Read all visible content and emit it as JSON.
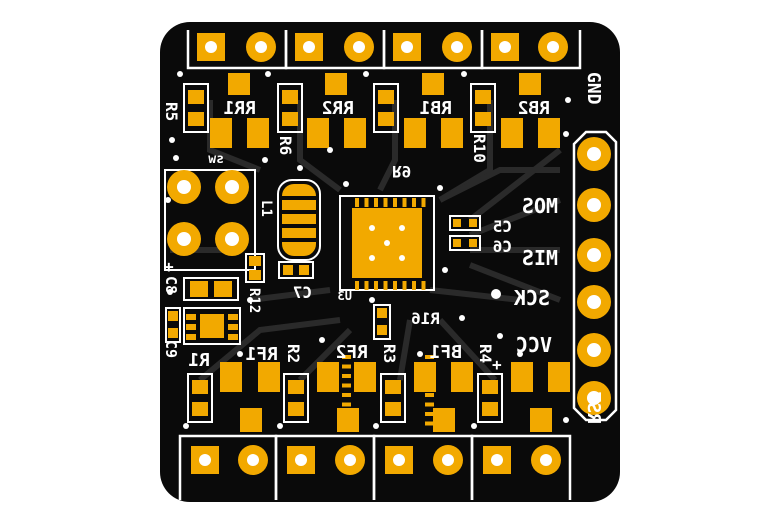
{
  "board": {
    "colors": {
      "background": "#ffffff",
      "soldermask": "#0a0a0a",
      "copper": "#f2a900",
      "silkscreen": "#ffffff",
      "trace": "#2a2a2a"
    },
    "labels": {
      "gnd": "GND",
      "mos": "MOS",
      "mis": "MIS",
      "sck": "SCK",
      "vcc": "VCC",
      "rst": "RST",
      "sw": "sw",
      "rr1": "RR1",
      "rr2": "RR2",
      "rb1": "RB1",
      "rb2": "RB2",
      "rf1": "RF1",
      "rf2": "RF2",
      "bf1": "BF1",
      "r5": "R5",
      "r6": "R6",
      "r9": "R9",
      "r10": "R10",
      "r1": "R1",
      "r2": "R2",
      "r3": "R3",
      "r4": "R4",
      "l1": "L1",
      "c5": "C5",
      "c6": "C6",
      "c7": "C7",
      "c8": "C8",
      "c9": "C9",
      "u3": "U3",
      "r12": "R12",
      "r16": "R16",
      "plus_c8": "+",
      "plus_r4": "+"
    }
  }
}
